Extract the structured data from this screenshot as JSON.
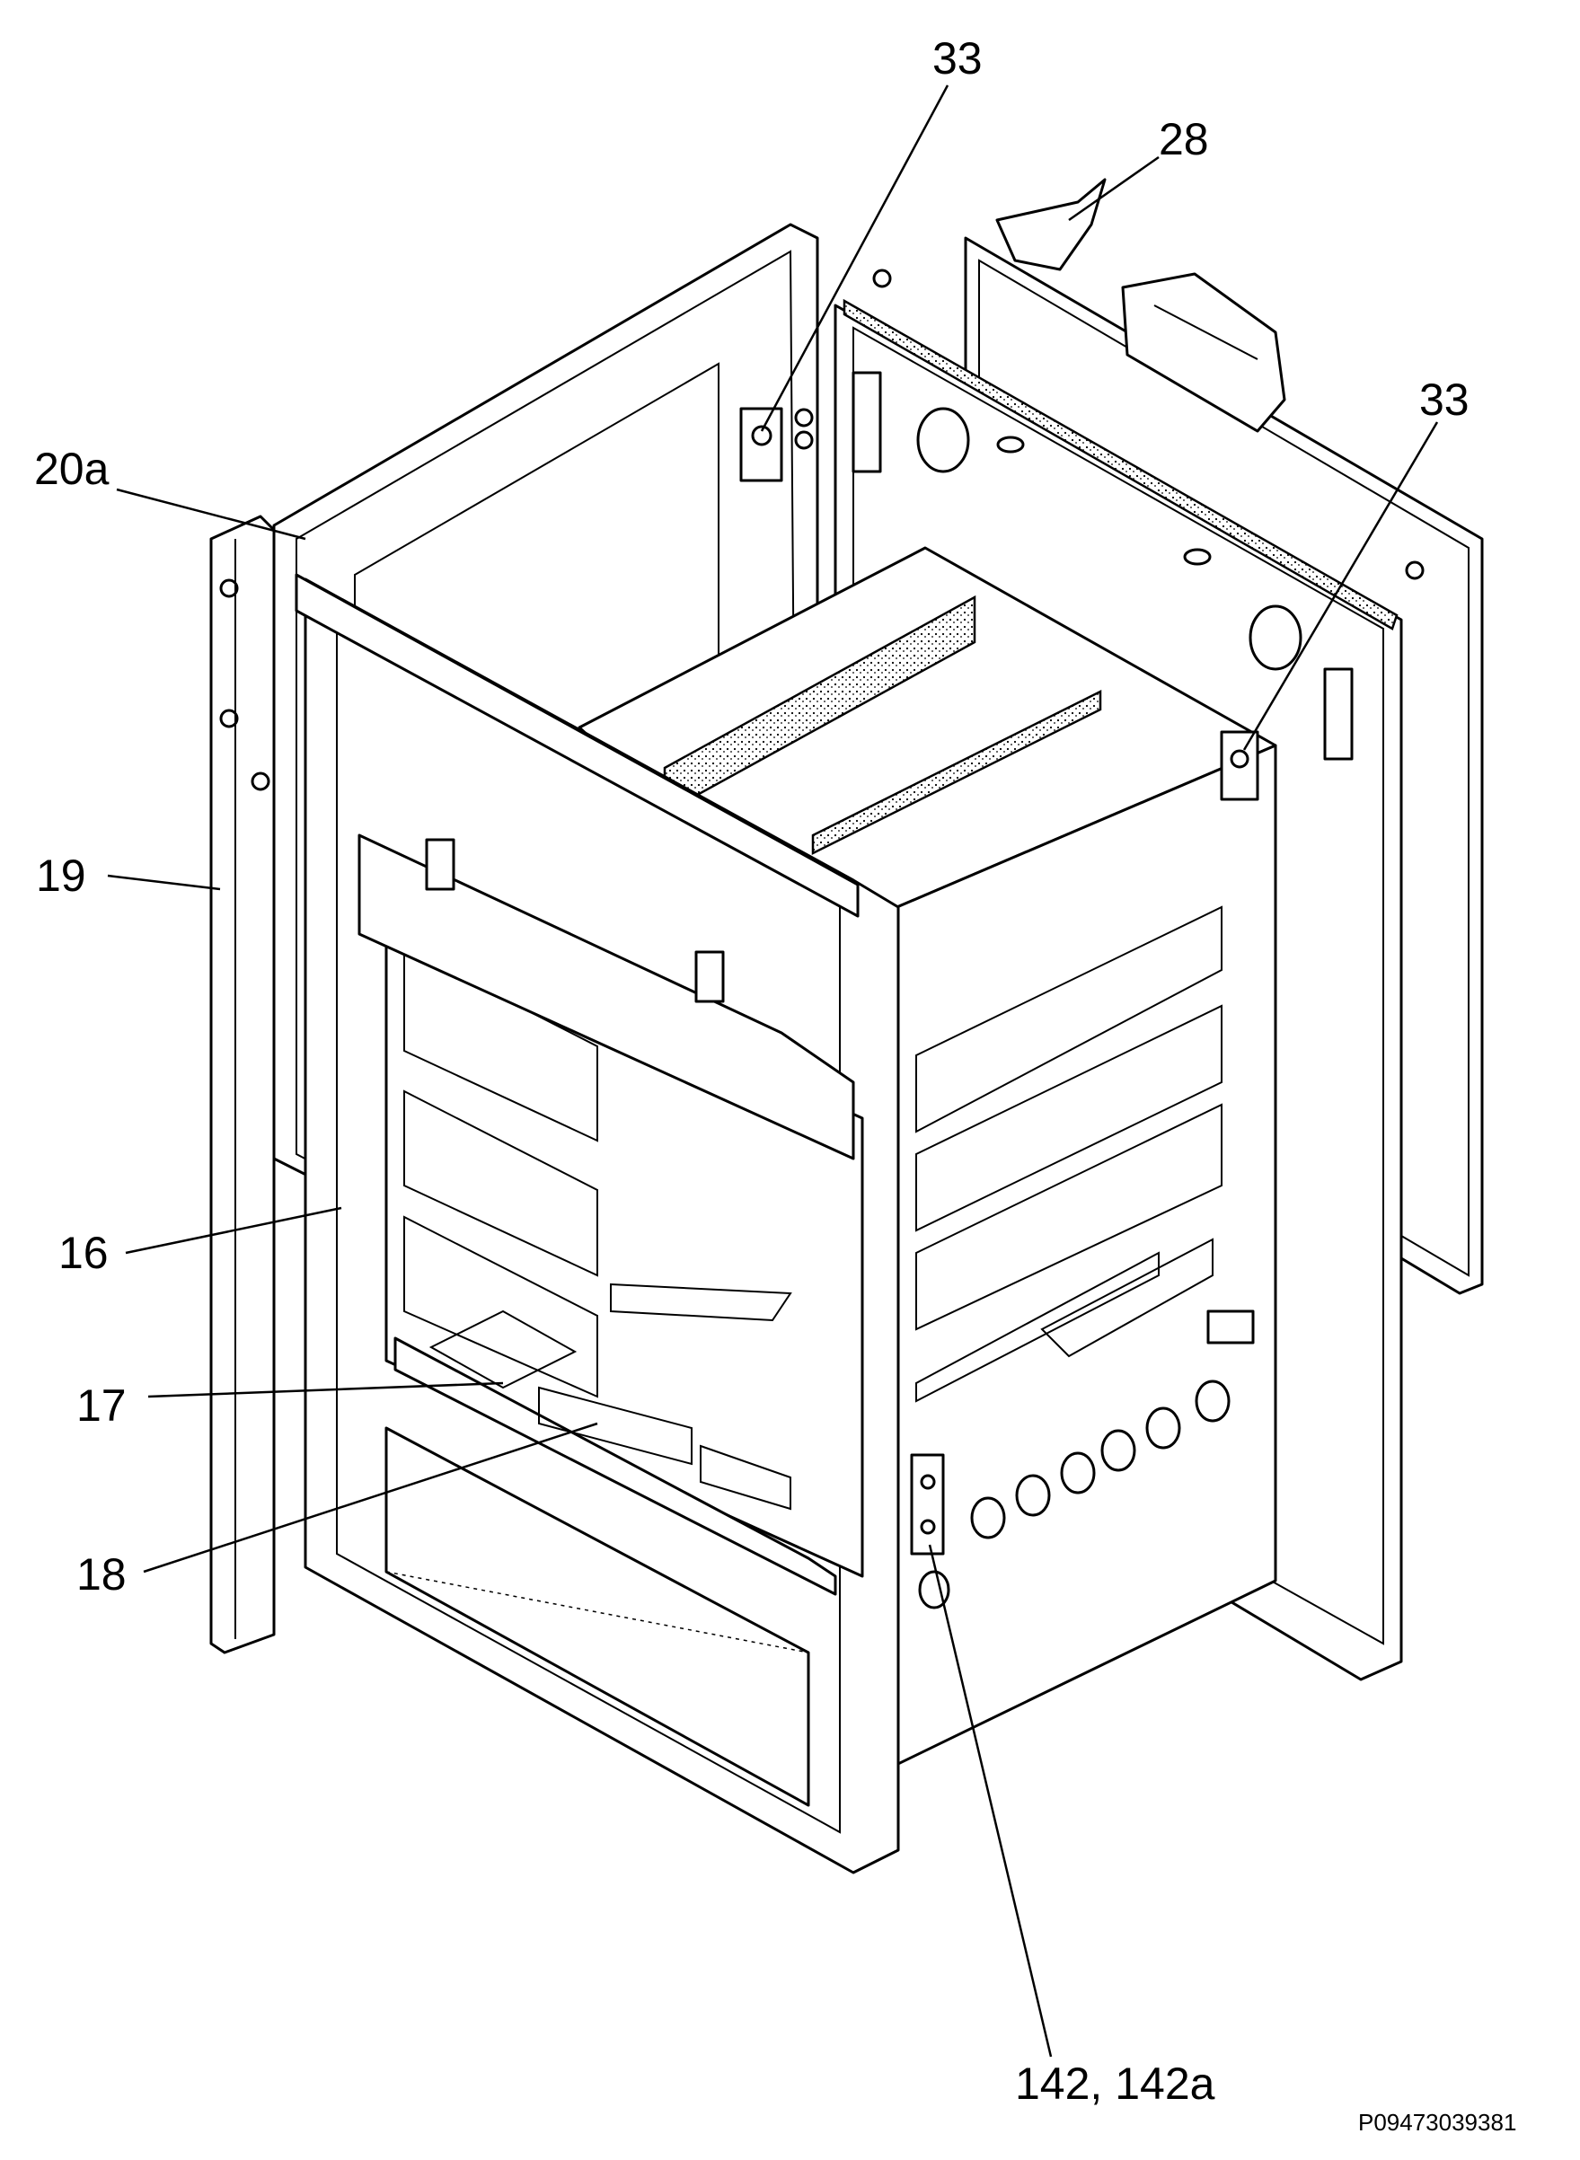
{
  "callouts": {
    "c33_top": "33",
    "c28": "28",
    "c33_right": "33",
    "c20a": "20a",
    "c19": "19",
    "c16": "16",
    "c17": "17",
    "c18": "18",
    "c142": "142, 142a"
  },
  "drawing_code": "P09473039381"
}
